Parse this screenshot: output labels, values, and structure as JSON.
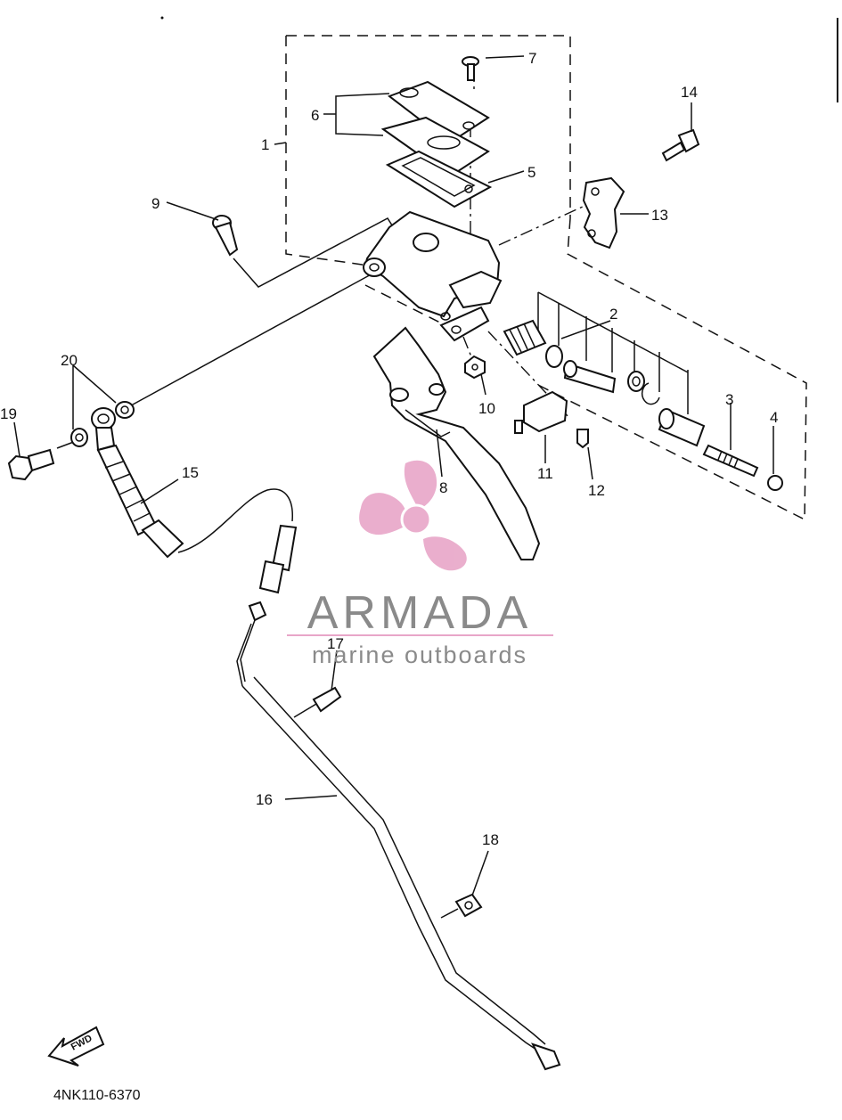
{
  "diagram_code": "4NK110-6370",
  "fwd_label": "FWD",
  "brand": {
    "name": "ARMADA",
    "tagline": "marine outboards",
    "colors": {
      "logo_pink": "#e8a6c8",
      "logo_dark_pink": "#d98ab6",
      "text_gray": "#8a8a8a",
      "rule_pink": "#e8a6c8"
    }
  },
  "callouts": [
    {
      "id": "1",
      "text": "1"
    },
    {
      "id": "2",
      "text": "2"
    },
    {
      "id": "3",
      "text": "3"
    },
    {
      "id": "4",
      "text": "4"
    },
    {
      "id": "5",
      "text": "5"
    },
    {
      "id": "6",
      "text": "6"
    },
    {
      "id": "7",
      "text": "7"
    },
    {
      "id": "8",
      "text": "8"
    },
    {
      "id": "9",
      "text": "9"
    },
    {
      "id": "10",
      "text": "10"
    },
    {
      "id": "11",
      "text": "11"
    },
    {
      "id": "12",
      "text": "12"
    },
    {
      "id": "13",
      "text": "13"
    },
    {
      "id": "14",
      "text": "14"
    },
    {
      "id": "15",
      "text": "15"
    },
    {
      "id": "16",
      "text": "16"
    },
    {
      "id": "17",
      "text": "17"
    },
    {
      "id": "18",
      "text": "18"
    },
    {
      "id": "19",
      "text": "19"
    },
    {
      "id": "20",
      "text": "20"
    }
  ]
}
